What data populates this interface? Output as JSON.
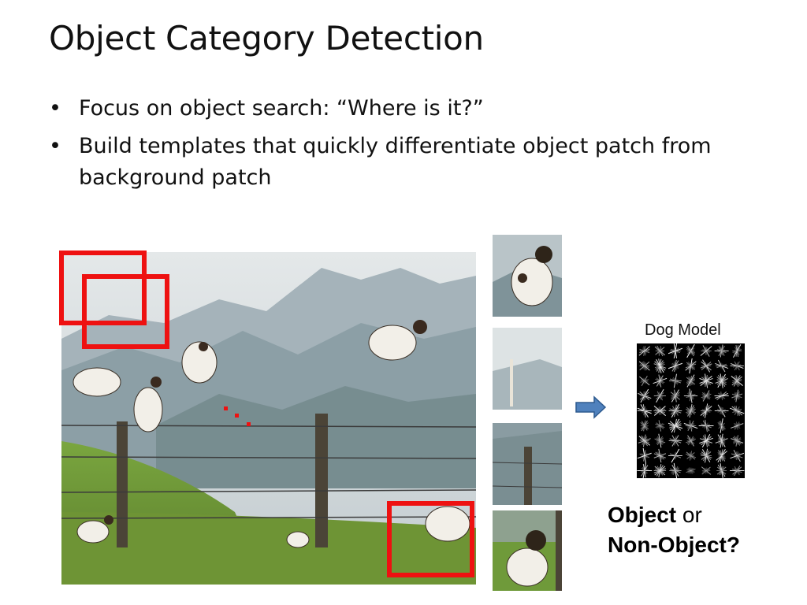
{
  "slide": {
    "title": "Object Category Detection",
    "bullets": [
      "Focus on object search: “Where is it?”",
      "Build templates that quickly differentiate object patch from background patch"
    ]
  },
  "figure": {
    "dog_model_label": "Dog Model",
    "question_object": "Object",
    "question_or": " or",
    "question_non_object": "Non-Object?",
    "colors": {
      "box": "#ee1111",
      "arrow": "#4f81bd",
      "sky": "#d9dfe0",
      "grass": "#6f9a3a"
    },
    "icons": [
      "dog-photo",
      "dog-patch",
      "right-arrow-icon",
      "hog-template"
    ]
  }
}
